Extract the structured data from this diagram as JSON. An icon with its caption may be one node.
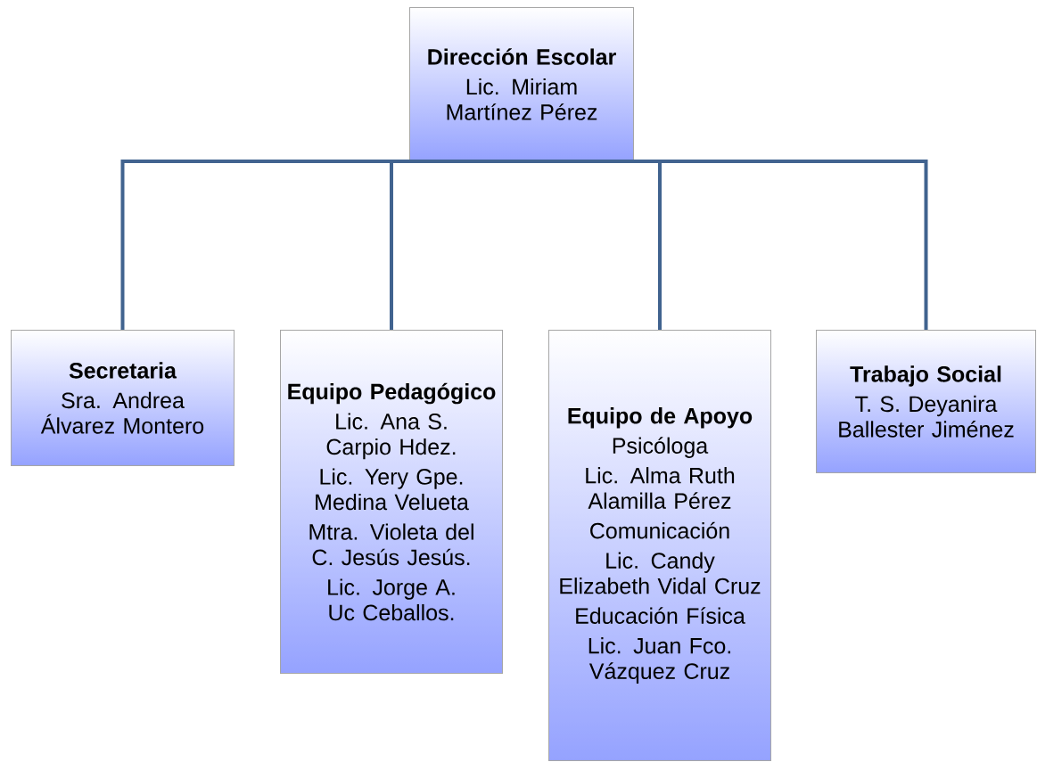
{
  "diagram": {
    "nodes": [
      {
        "text": [
          "Dirección Escolar",
          "Lic. Miriam Martínez Pérez"
        ]
      },
      {
        "text": [
          "Secretaria",
          "Sra. Andrea Álvarez Montero"
        ]
      },
      {
        "text": [
          "Equipo Pedagógico",
          "Lic. Ana S. Carpio Hdez.",
          "Lic. Yery Gpe. Medina Velueta",
          "Mtra. Violeta del C. Jesús Jesús.",
          "Lic. Jorge A. Uc Ceballos."
        ]
      },
      {
        "text": [
          "Equipo de Apoyo",
          "Psicóloga",
          "Lic. Alma Ruth Alamilla Pérez",
          "Comunicación",
          "Lic. Candy Elizabeth Vidal Cruz",
          "Educación Física",
          "Lic. Juan Fco. Vázquez Cruz"
        ]
      },
      {
        "text": [
          "Trabajo Social",
          "T. S. Deyanira Ballester Jiménez"
        ]
      }
    ],
    "edges": [
      {
        "from": 0,
        "to": 1,
        "arrow": "none"
      },
      {
        "from": 0,
        "to": 2,
        "arrow": "none"
      },
      {
        "from": 0,
        "to": 3,
        "arrow": "none"
      },
      {
        "from": 0,
        "to": 4,
        "arrow": "none"
      }
    ]
  }
}
